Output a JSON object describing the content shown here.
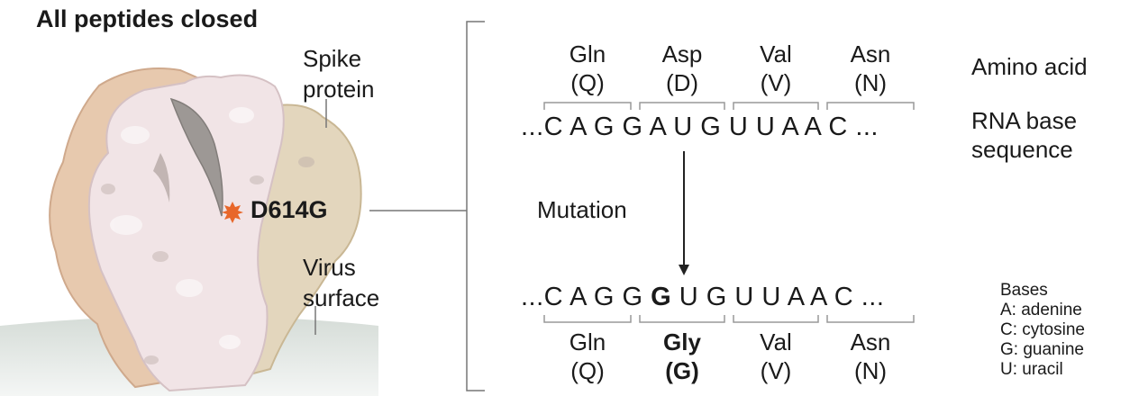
{
  "title": "All peptides closed",
  "labels": {
    "spike_line1": "Spike",
    "spike_line2": "protein",
    "virus_line1": "Virus",
    "virus_line2": "surface",
    "mutation_site": "D614G",
    "mutation_arrow": "Mutation"
  },
  "top_row": {
    "codons": [
      {
        "name": "Gln",
        "code": "(Q)"
      },
      {
        "name": "Asp",
        "code": "(D)"
      },
      {
        "name": "Val",
        "code": "(V)"
      },
      {
        "name": "Asn",
        "code": "(N)"
      }
    ],
    "sequence": "...C A G G A U G U U A A C ...",
    "side_amino": "Amino acid",
    "side_rna_1": "RNA base",
    "side_rna_2": "sequence"
  },
  "bottom_row": {
    "seq_prefix": "...C A G G ",
    "seq_mutated": "G",
    "seq_suffix": " U G U U A A C ...",
    "codons": [
      {
        "name": "Gln",
        "code": "(Q)",
        "bold": false
      },
      {
        "name": "Gly",
        "code": "(G)",
        "bold": true
      },
      {
        "name": "Val",
        "code": "(V)",
        "bold": false
      },
      {
        "name": "Asn",
        "code": "(N)",
        "bold": false
      }
    ]
  },
  "legend": {
    "title": "Bases",
    "items": [
      "A: adenine",
      "C: cytosine",
      "G: guanine",
      "U: uracil"
    ]
  },
  "colors": {
    "protein_light": "#f1e4e6",
    "protein_tan": "#e7c9ae",
    "protein_beige": "#e3d6bd",
    "protein_grey": "#b3aba8",
    "surface": "#c9d2cc",
    "mutation_mark": "#e8672a"
  }
}
